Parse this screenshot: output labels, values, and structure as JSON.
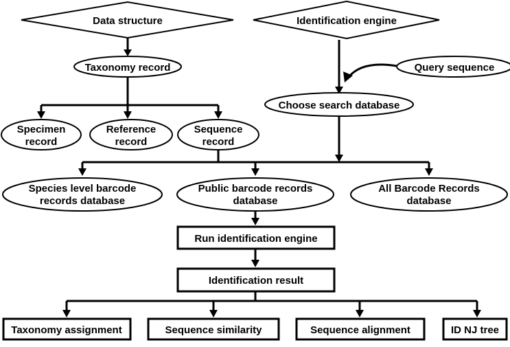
{
  "diagram": {
    "data_structure": "Data structure",
    "identification_engine": "Identification engine",
    "taxonomy_record": "Taxonomy record",
    "query_sequence": "Query sequence",
    "choose_search_database": "Choose search database",
    "specimen_record": [
      "Specimen",
      "record"
    ],
    "reference_record": [
      "Reference",
      "record"
    ],
    "sequence_record": [
      "Sequence",
      "record"
    ],
    "species_level_db": [
      "Species level barcode",
      "records database"
    ],
    "public_db": [
      "Public barcode records",
      "database"
    ],
    "all_db": [
      "All Barcode Records",
      "database"
    ],
    "run_engine": "Run identification engine",
    "identification_result": "Identification result",
    "taxonomy_assignment": "Taxonomy assignment",
    "sequence_similarity": "Sequence similarity",
    "sequence_alignment": "Sequence alignment",
    "id_nj_tree": "ID NJ tree"
  }
}
